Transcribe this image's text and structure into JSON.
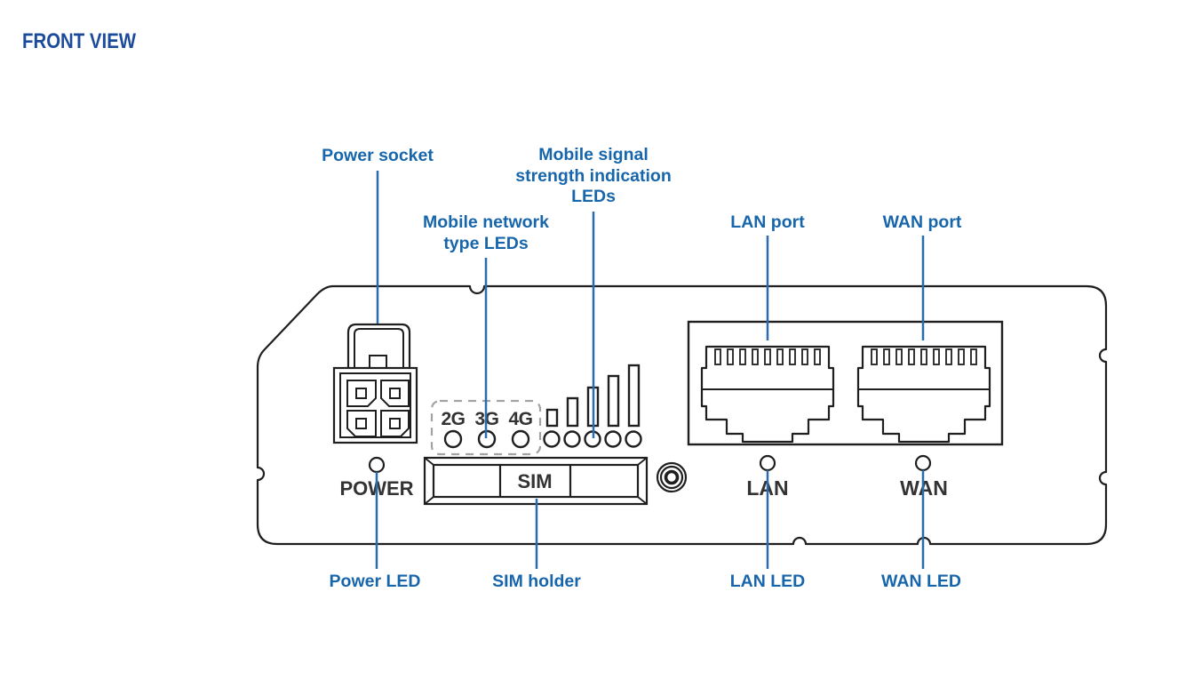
{
  "title": "FRONT VIEW",
  "colors": {
    "title_blue": "#1c4b9c",
    "callout_label_blue": "#1766ab",
    "callout_line_blue": "#2a6dad",
    "drawing_outline": "#1f1f1f",
    "device_text": "#333333",
    "dashed_box_gray": "#a3a3a3"
  },
  "callouts": {
    "power_socket": {
      "label": "Power socket"
    },
    "mobile_signal": {
      "lines": [
        "Mobile signal",
        "strength indication",
        "LEDs"
      ]
    },
    "mobile_network": {
      "lines": [
        "Mobile network",
        "type LEDs"
      ]
    },
    "lan_port": {
      "label": "LAN port"
    },
    "wan_port": {
      "label": "WAN port"
    },
    "power_led": {
      "label": "Power LED"
    },
    "sim_holder": {
      "label": "SIM holder"
    },
    "lan_led": {
      "label": "LAN LED"
    },
    "wan_led": {
      "label": "WAN LED"
    }
  },
  "device": {
    "power_label": "POWER",
    "sim_label": "SIM",
    "lan_label": "LAN",
    "wan_label": "WAN",
    "network_type_leds": [
      "2G",
      "3G",
      "4G"
    ],
    "signal_bar_count": 5,
    "signal_led_count": 5
  }
}
